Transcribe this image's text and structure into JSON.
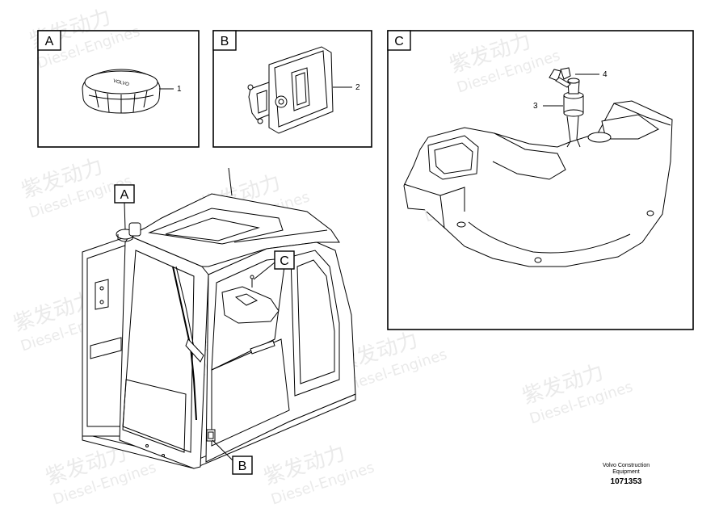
{
  "detail_labels": {
    "a": "A",
    "b": "B",
    "c": "C"
  },
  "callouts": {
    "p1": "1",
    "p2": "2",
    "p3": "3",
    "p4": "4"
  },
  "cab_labels": {
    "a": "A",
    "b": "B",
    "c": "C"
  },
  "cap_brand": "VOLVO",
  "footer": {
    "maker_line1": "Volvo Construction",
    "maker_line2": "Equipment",
    "doc_number": "1071353"
  },
  "watermark": {
    "cn": "紫发动力",
    "en": "Diesel-Engines"
  }
}
